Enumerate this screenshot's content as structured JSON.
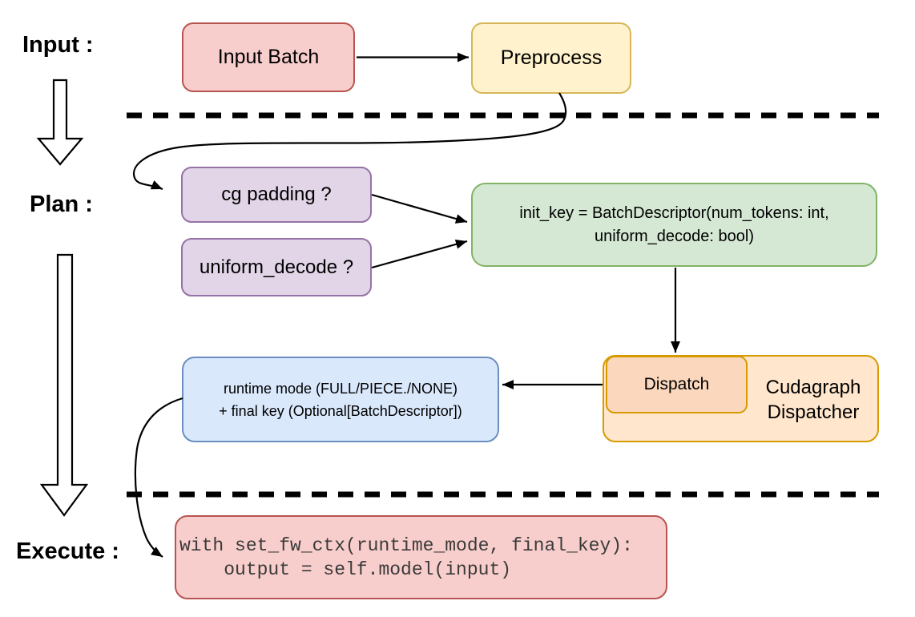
{
  "stage_labels": {
    "input": "Input :",
    "plan": "Plan :",
    "execute": "Execute :"
  },
  "nodes": {
    "input_batch": {
      "label": "Input Batch",
      "fill": "#f8cecc",
      "stroke": "#b85450"
    },
    "preprocess": {
      "label": "Preprocess",
      "fill": "#fff2cc",
      "stroke": "#d6b656"
    },
    "cg_padding": {
      "label": "cg padding ?",
      "fill": "#e1d5e7",
      "stroke": "#9673a6"
    },
    "uniform_decode": {
      "label": "uniform_decode ?",
      "fill": "#e1d5e7",
      "stroke": "#9673a6"
    },
    "init_key": {
      "line1": "init_key = BatchDescriptor(num_tokens: int,",
      "line2": "uniform_decode: bool)",
      "fill": "#d5e8d4",
      "stroke": "#82b366"
    },
    "cudagraph_dispatcher": {
      "line1": "Cudagraph",
      "line2": "Dispatcher",
      "fill": "#ffe6cc",
      "stroke": "#d79b00"
    },
    "dispatch": {
      "label": "Dispatch",
      "fill": "#fbd7bd",
      "stroke": "#d79b00"
    },
    "runtime_mode": {
      "line1": "runtime mode (FULL/PIECE./NONE)",
      "line2": "+ final key (Optional[BatchDescriptor])",
      "fill": "#dae8fc",
      "stroke": "#6c8ebf"
    },
    "execute_code": {
      "line1": "with set_fw_ctx(runtime_mode, final_key):",
      "line2": "    output = self.model(input)",
      "fill": "#f8cecc",
      "stroke": "#b85450",
      "text_color": "#3a3a3a"
    }
  },
  "arrow_color": "#000000"
}
